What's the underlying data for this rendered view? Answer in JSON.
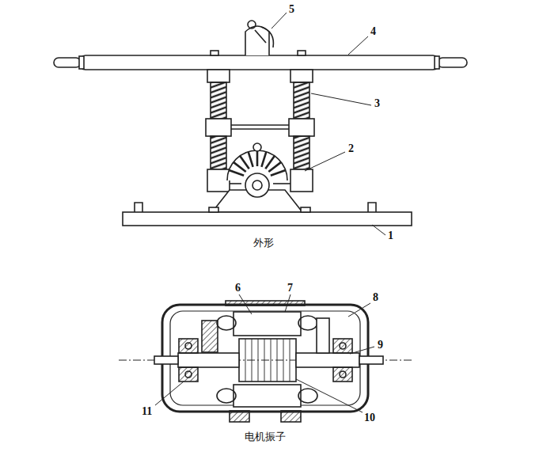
{
  "diagram": {
    "labels": [
      "5",
      "4",
      "3",
      "2",
      "1",
      "外形",
      "6",
      "7",
      "8",
      "9",
      "11",
      "10",
      "电机振子"
    ]
  }
}
